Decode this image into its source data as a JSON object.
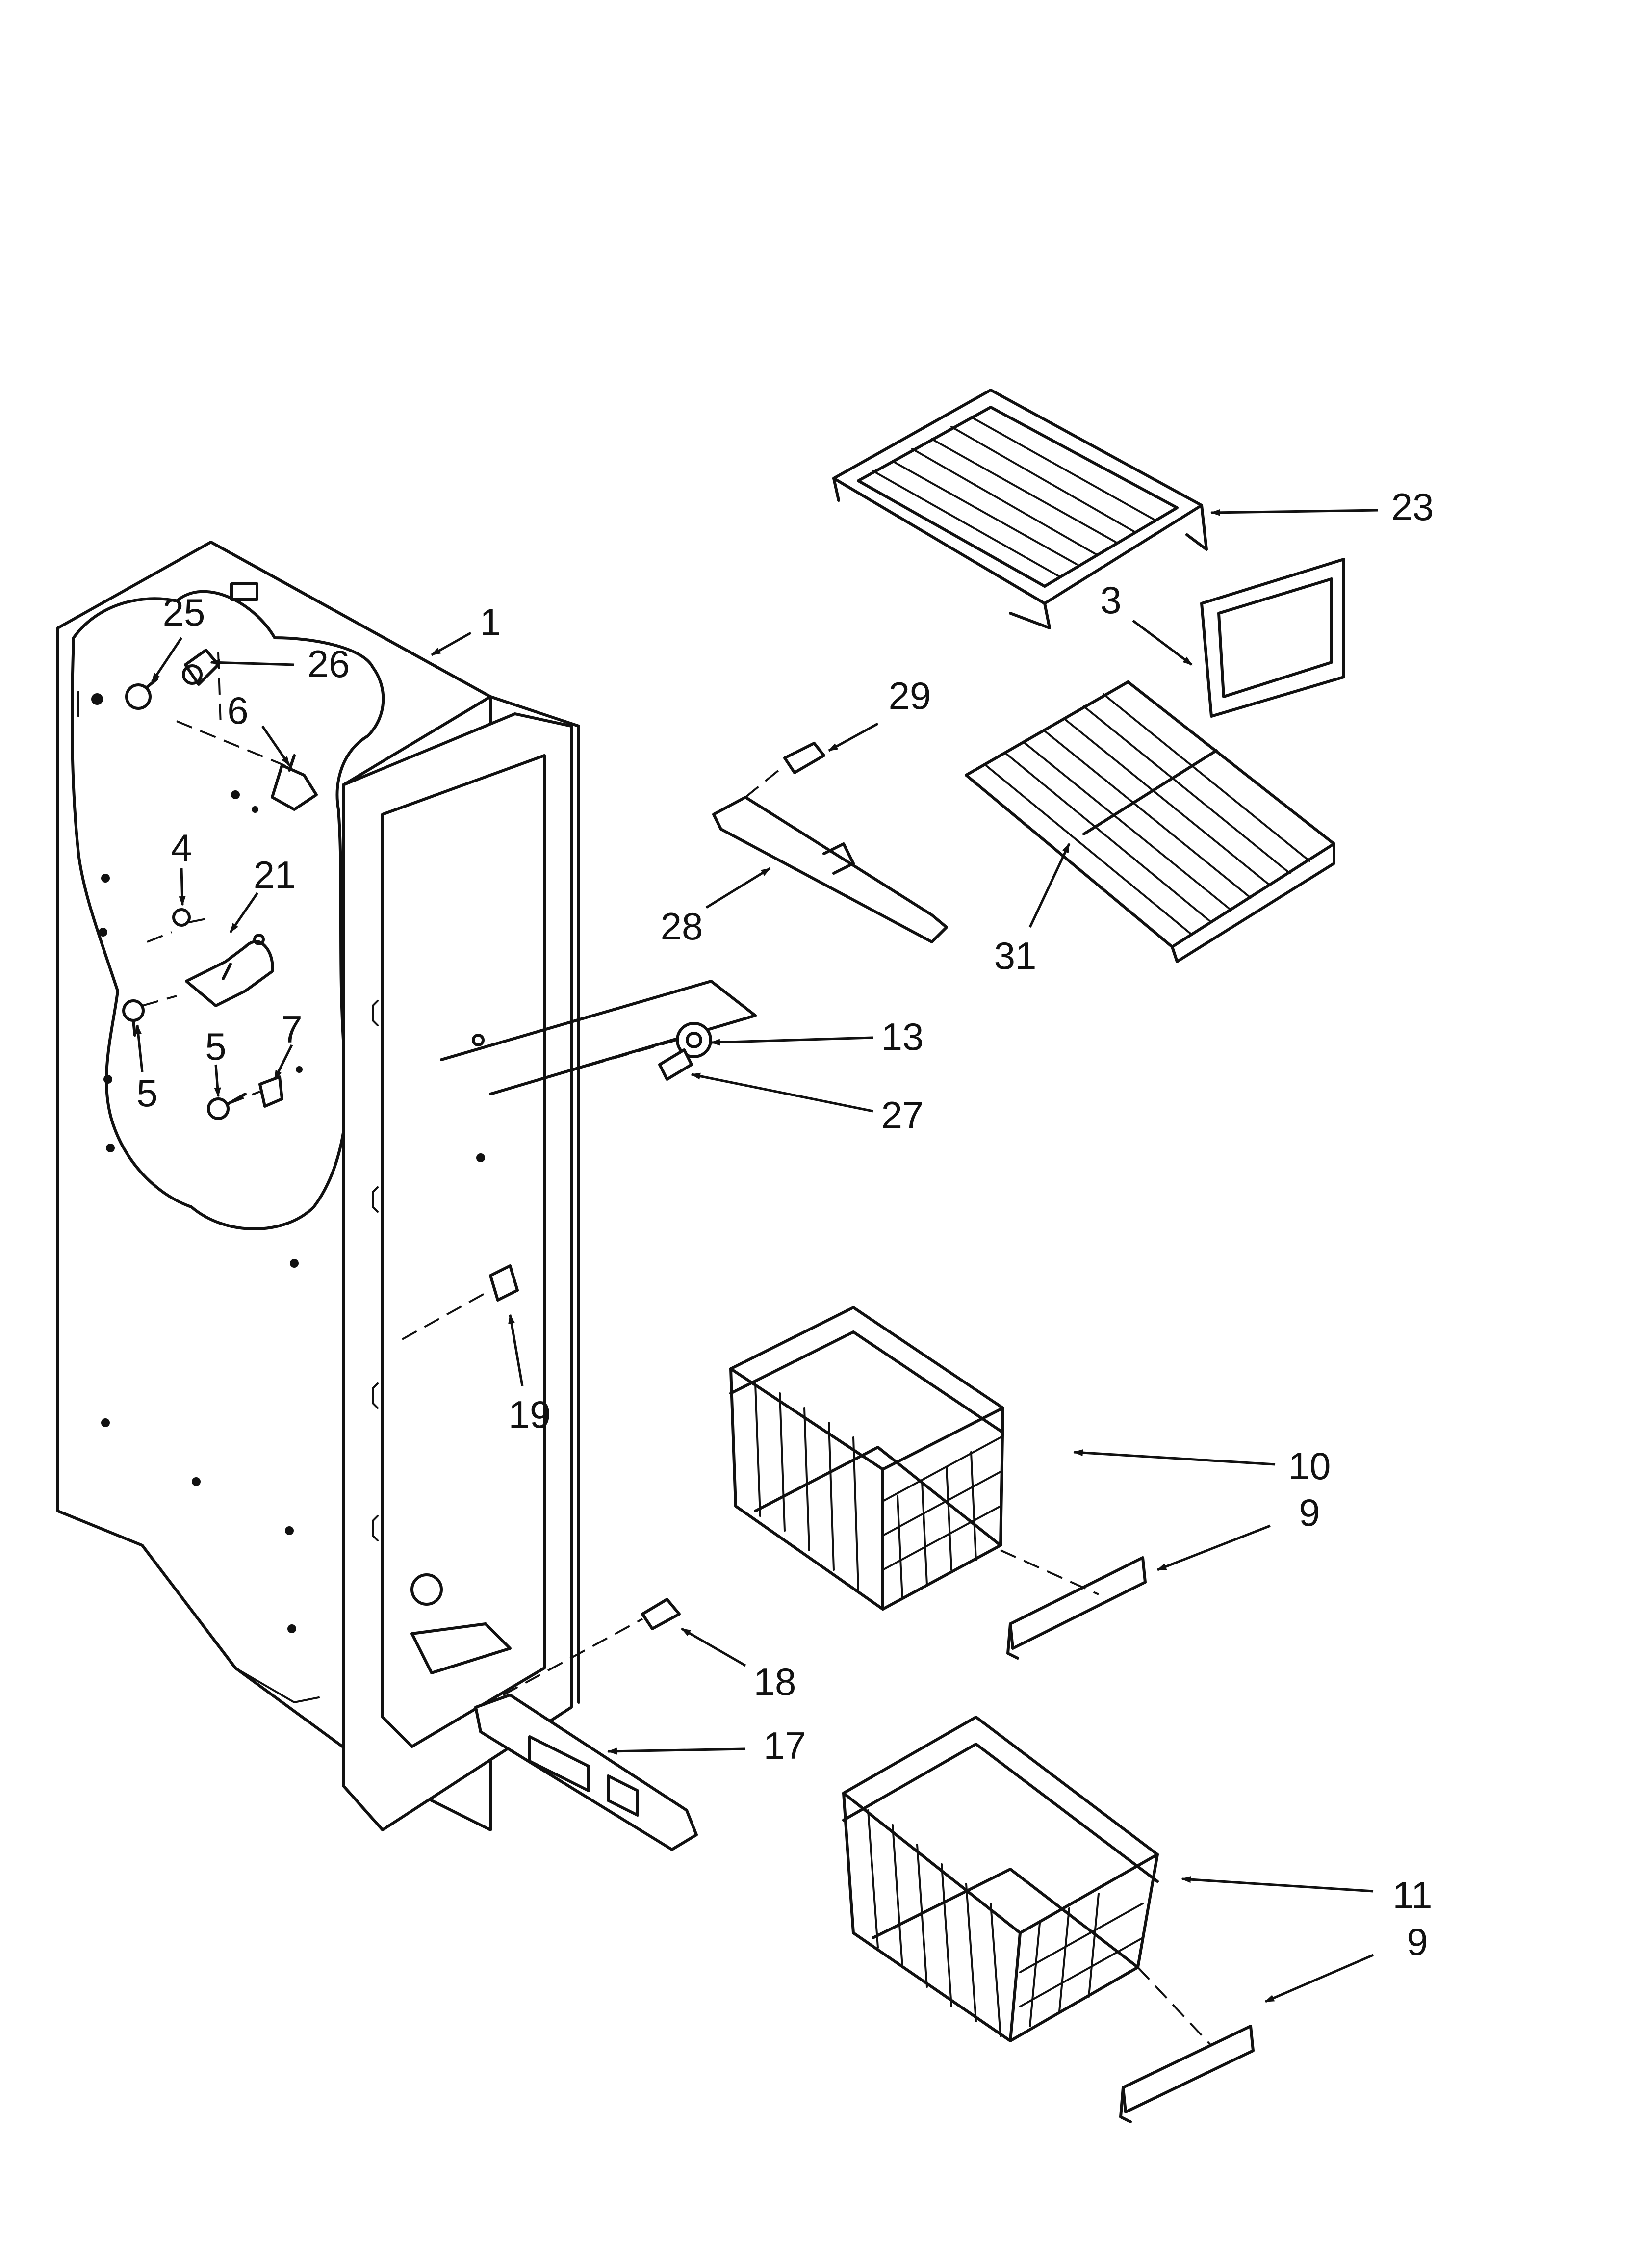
{
  "callouts": [
    {
      "id": "c1",
      "label": "1"
    },
    {
      "id": "c3",
      "label": "3"
    },
    {
      "id": "c4",
      "label": "4"
    },
    {
      "id": "c5a",
      "label": "5"
    },
    {
      "id": "c5b",
      "label": "5"
    },
    {
      "id": "c6",
      "label": "6"
    },
    {
      "id": "c7",
      "label": "7"
    },
    {
      "id": "c9a",
      "label": "9"
    },
    {
      "id": "c9b",
      "label": "9"
    },
    {
      "id": "c10",
      "label": "10"
    },
    {
      "id": "c11",
      "label": "11"
    },
    {
      "id": "c13",
      "label": "13"
    },
    {
      "id": "c17",
      "label": "17"
    },
    {
      "id": "c18",
      "label": "18"
    },
    {
      "id": "c19",
      "label": "19"
    },
    {
      "id": "c21",
      "label": "21"
    },
    {
      "id": "c23",
      "label": "23"
    },
    {
      "id": "c25",
      "label": "25"
    },
    {
      "id": "c26",
      "label": "26"
    },
    {
      "id": "c27",
      "label": "27"
    },
    {
      "id": "c28",
      "label": "28"
    },
    {
      "id": "c29",
      "label": "29"
    },
    {
      "id": "c31",
      "label": "31"
    }
  ]
}
